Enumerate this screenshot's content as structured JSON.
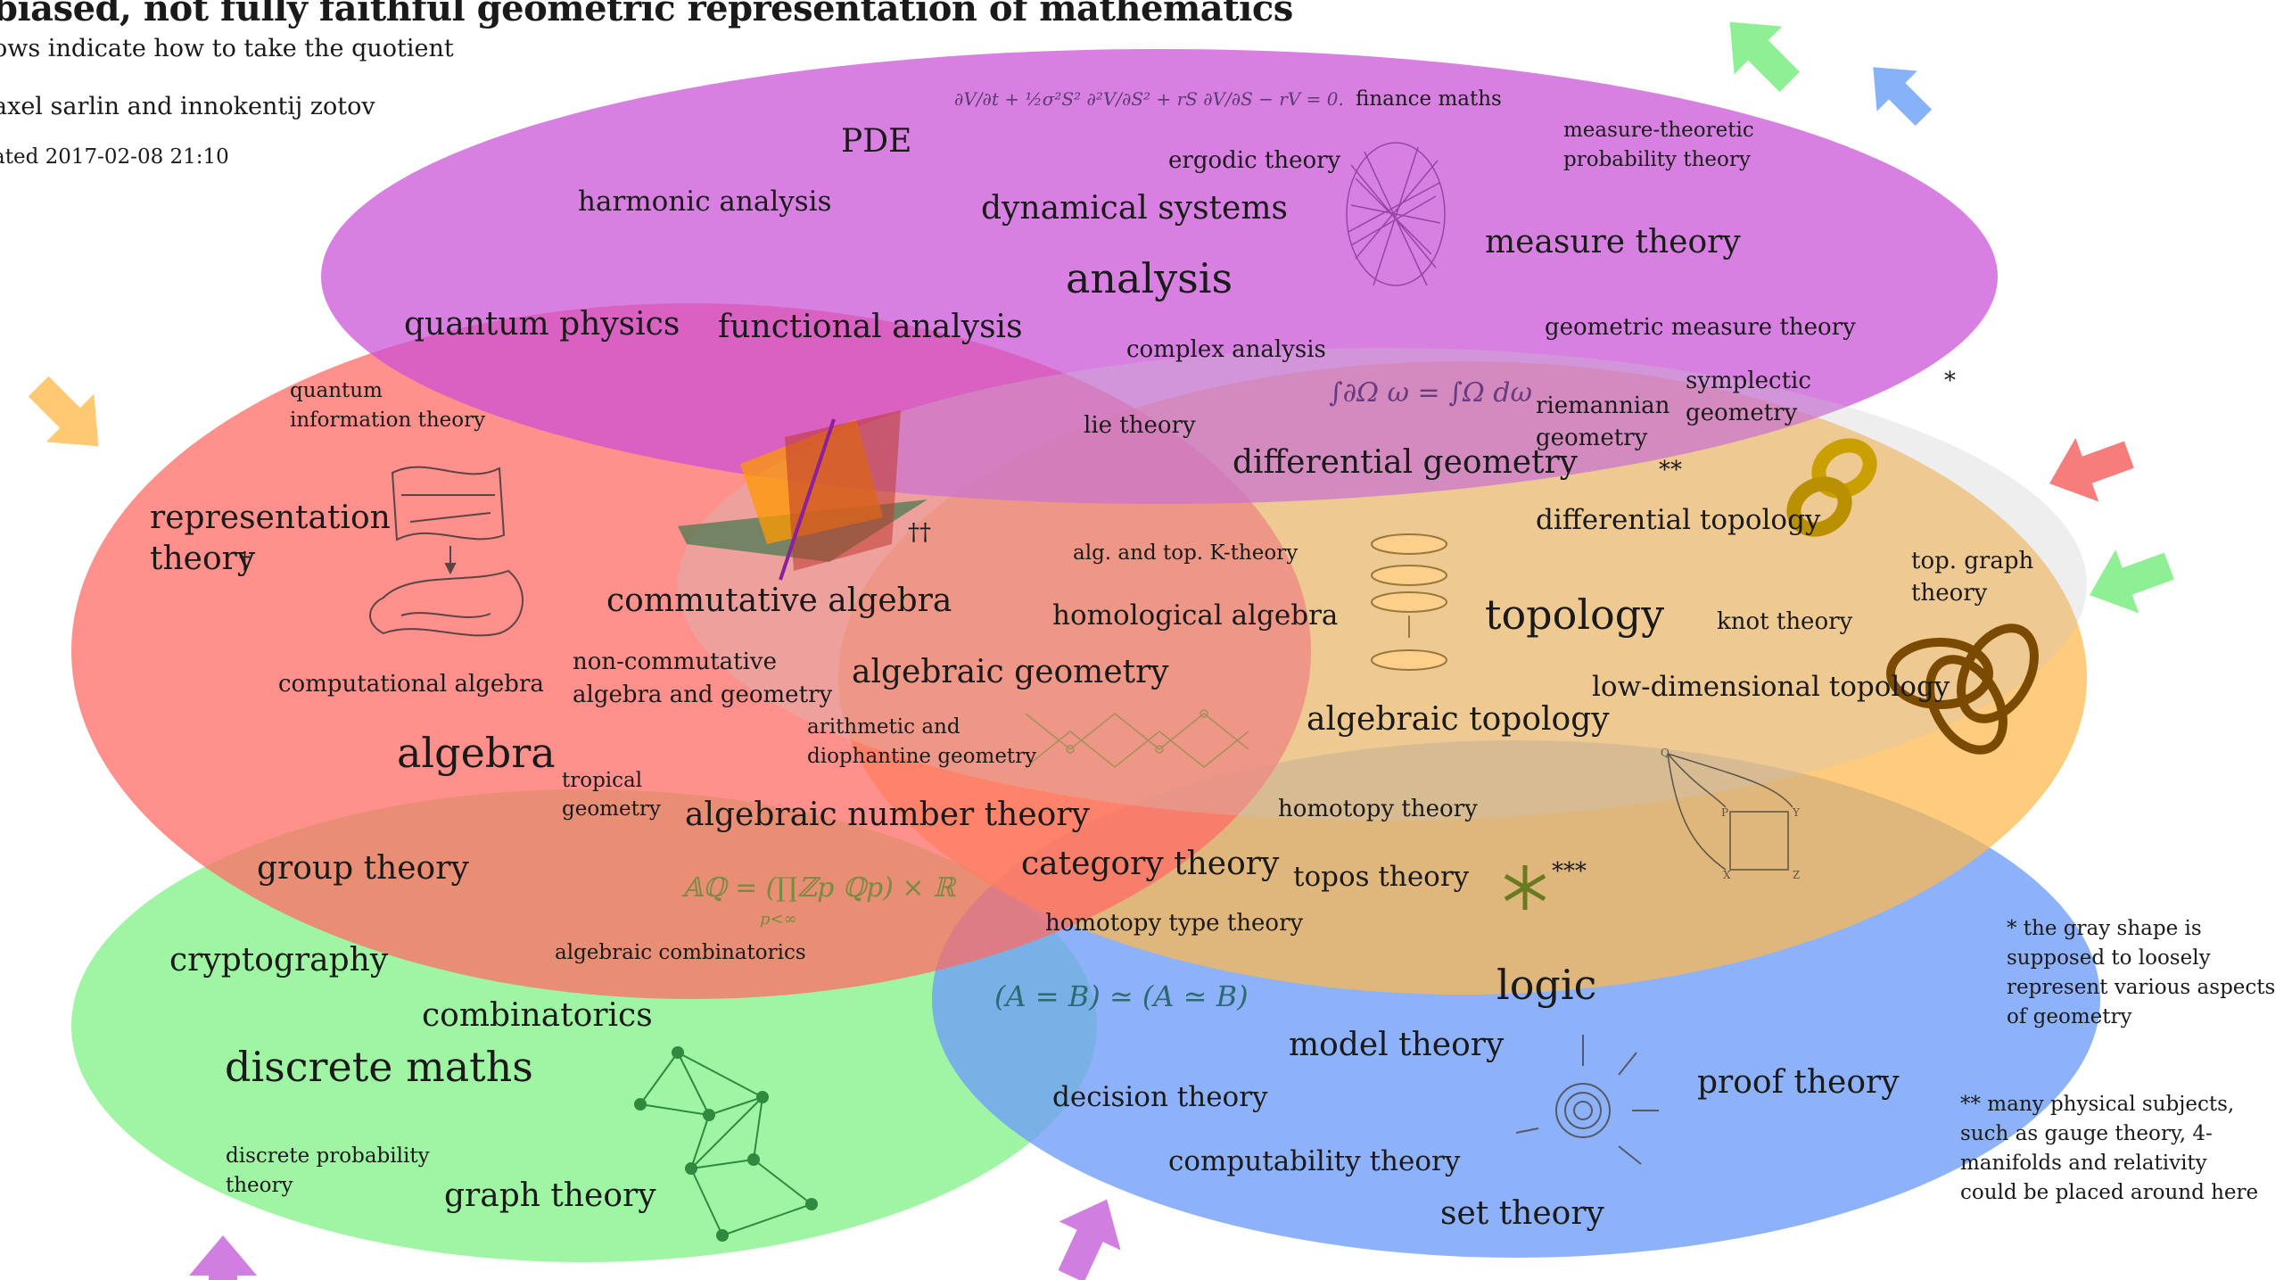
{
  "header": {
    "title": "biased, not fully faithful geometric representation of mathematics",
    "subtitle": "ows indicate how to take the quotient",
    "authors": "axel sarlin and innokentij zotov",
    "updated": "ated  2017-02-08  21:10"
  },
  "colors": {
    "analysis": "#c94fd6",
    "algebra": "#ff6b64",
    "topology": "#ffb74a",
    "discrete": "#84f28b",
    "logic": "#6e9cf7",
    "geometry_gray": "#c6c6c6",
    "arrow_green": "#8fef95",
    "arrow_blue": "#86b2f7",
    "arrow_orange": "#ffc872",
    "arrow_pink": "#f77c7c",
    "arrow_purple": "#d07ee0"
  },
  "regions": {
    "analysis": "analysis",
    "algebra": "algebra",
    "topology": "topology",
    "discrete": "discrete maths",
    "logic": "logic"
  },
  "topics": {
    "pde": "PDE",
    "finance": "finance maths",
    "measure_prob_1": "measure-theoretic",
    "measure_prob_2": "probability theory",
    "ergodic": "ergodic theory",
    "harmonic": "harmonic analysis",
    "dynamical": "dynamical systems",
    "measure": "measure theory",
    "quantum_physics": "quantum physics",
    "functional": "functional analysis",
    "complex": "complex analysis",
    "gmt": "geometric measure theory",
    "riemannian_1": "riemannian",
    "riemannian_2": "geometry",
    "symplectic_1": "symplectic",
    "symplectic_2": "geometry",
    "lie": "lie theory",
    "diff_geom": "differential geometry",
    "diff_top": "differential topology",
    "qit_1": "quantum",
    "qit_2": "information theory",
    "rep_1": "representation",
    "rep_2": "theory",
    "rep_mark": "†",
    "comm_alg": "commutative algebra",
    "k_theory": "alg. and top. K-theory",
    "homological": "homological algebra",
    "knot": "knot theory",
    "top_graph_1": "top. graph",
    "top_graph_2": "theory",
    "comp_alg": "computational algebra",
    "noncomm_1": "non-commutative",
    "noncomm_2": "algebra and geometry",
    "alg_geom": "algebraic geometry",
    "low_dim": "low-dimensional topology",
    "arith_1": "arithmetic and",
    "arith_2": "diophantine geometry",
    "alg_top": "algebraic topology",
    "tropical_1": "tropical",
    "tropical_2": "geometry",
    "ant": "algebraic number theory",
    "homotopy": "homotopy theory",
    "group": "group theory",
    "category": "category theory",
    "topos": "topos theory",
    "hott": "homotopy type theory",
    "alg_comb": "algebraic combinatorics",
    "crypto": "cryptography",
    "comb": "combinatorics",
    "model": "model theory",
    "decision": "decision theory",
    "proof": "proof theory",
    "dprob_1": "discrete probability",
    "dprob_2": "theory",
    "computability": "computability theory",
    "graph": "graph theory",
    "set": "set theory"
  },
  "marks": {
    "star1": "*",
    "star2": "**",
    "star3": "***",
    "dagger2": "††"
  },
  "formulas": {
    "black_scholes": "∂V/∂t + ½σ²S² ∂²V/∂S² + rS ∂V/∂S − rV = 0.",
    "stokes": "∫∂Ω ω = ∫Ω dω",
    "adeles": "𝔸ℚ = (∏ℤp ℚp) × ℝ",
    "adeles_sub": "p<∞",
    "univalence": "(A = B)  ≃  (A ≃ B)"
  },
  "notes": {
    "note1": "* the gray shape is supposed to loosely represent various aspects of geometry",
    "note2": "** many physical subjects, such as gauge theory, 4-manifolds and relativity could be placed around here"
  }
}
